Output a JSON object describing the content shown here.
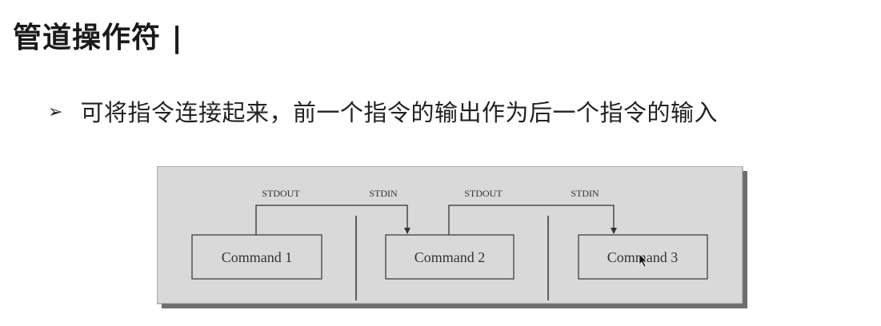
{
  "slide": {
    "title": "管道操作符 |",
    "bullet_marker": "➢",
    "bullet_text": "可将指令连接起来，前一个指令的输出作为后一个指令的输入"
  },
  "diagram": {
    "commands": [
      "Command 1",
      "Command 2",
      "Command 3"
    ],
    "stream_labels": [
      "STDOUT",
      "STDIN",
      "STDOUT",
      "STDIN"
    ],
    "colors": {
      "panel_fill": "#d9d9d9",
      "panel_shadow": "#6e6e6e",
      "box_fill": "#d9d9d9",
      "stroke": "#333333",
      "text": "#333333"
    }
  }
}
